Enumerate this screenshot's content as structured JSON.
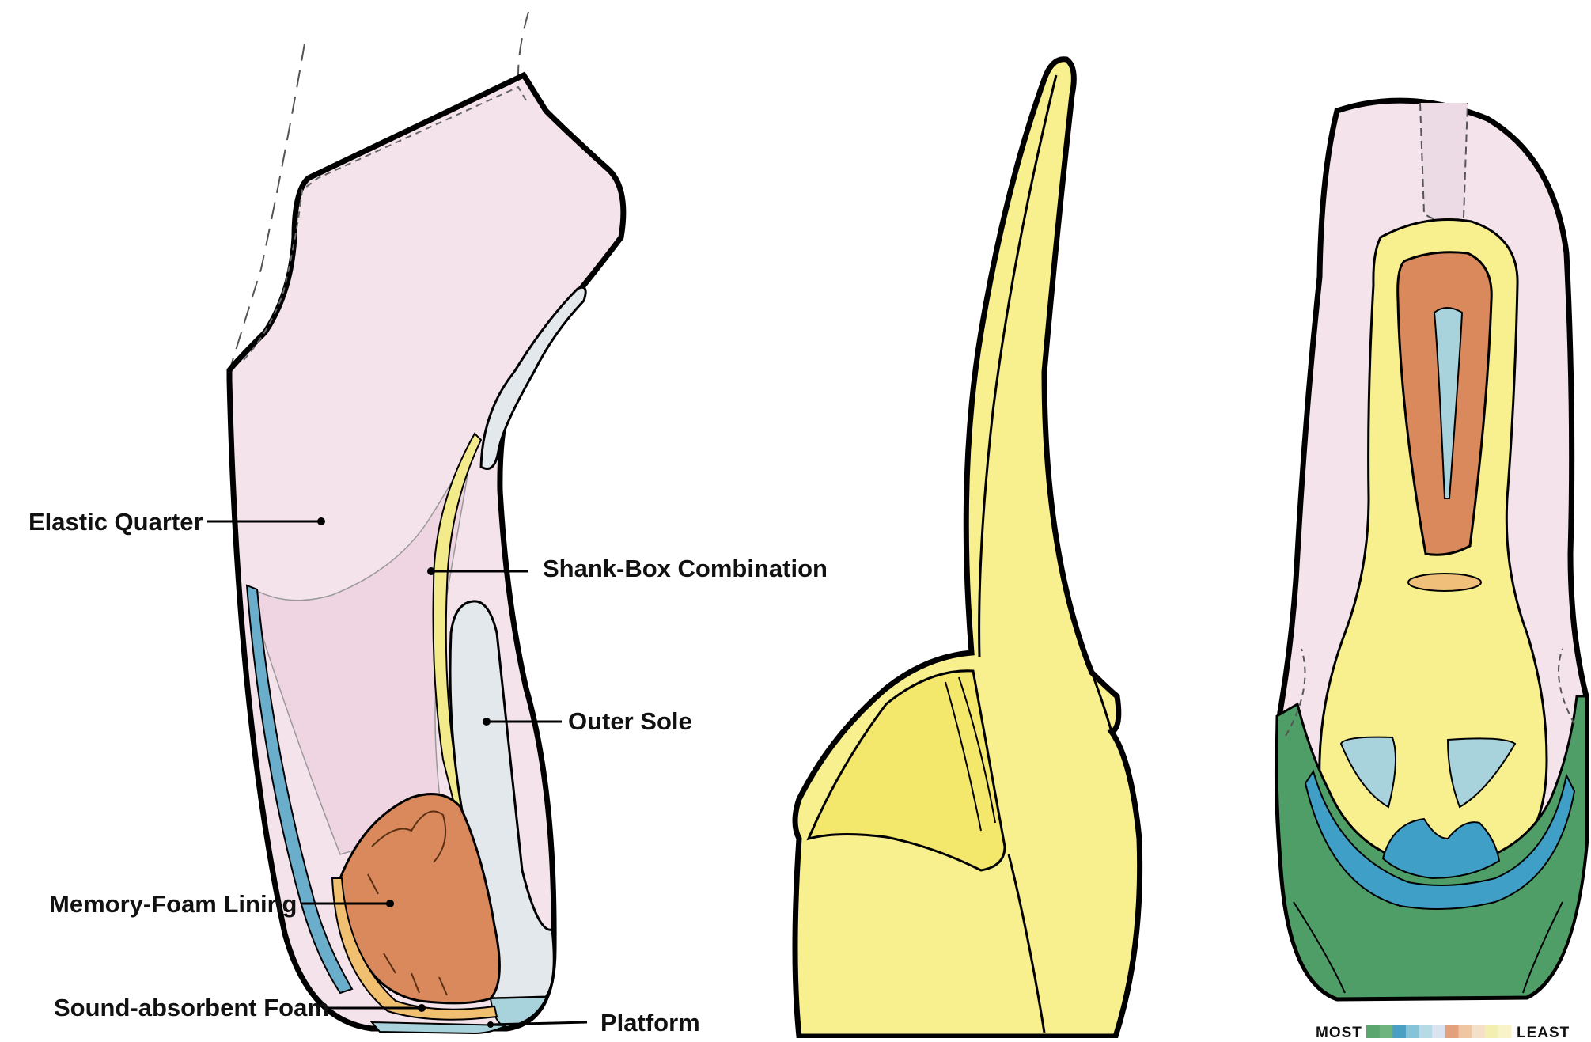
{
  "labels": {
    "elastic_quarter": "Elastic Quarter",
    "shank_box": "Shank-Box Combination",
    "outer_sole": "Outer Sole",
    "memory_foam": "Memory-Foam Lining",
    "sound_foam": "Sound-absorbent Foam",
    "platform": "Platform"
  },
  "legend": {
    "most": "MOST",
    "least": "LEAST",
    "swatches": [
      "#5aa66e",
      "#6fb37f",
      "#4a9fc4",
      "#86c3d8",
      "#b6dbe6",
      "#d9e4f0",
      "#e3a07c",
      "#f0c6a2",
      "#f4dfc8",
      "#f3efb0",
      "#f8f3c8"
    ]
  },
  "colors": {
    "pink": "#f5e3ec",
    "yellow": "#f8ef8e",
    "orange": "#d9895b",
    "grey_blue": "#e3e8ec",
    "light_blue": "#a8d3dc",
    "blue": "#3f9fc7",
    "green": "#4f9e68",
    "outline": "#000000"
  }
}
